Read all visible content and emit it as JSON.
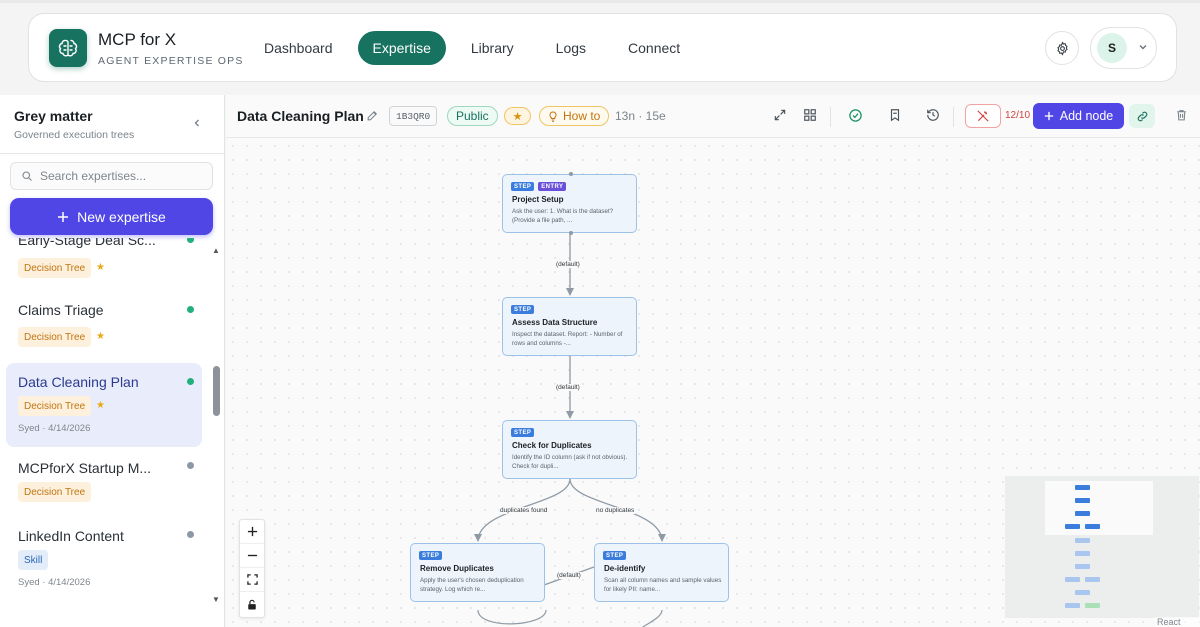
{
  "app": {
    "title": "MCP for X",
    "subtitle": "AGENT EXPERTISE OPS",
    "logo_icon": "brain-icon"
  },
  "nav": [
    {
      "label": "Dashboard",
      "active": false
    },
    {
      "label": "Expertise",
      "active": true
    },
    {
      "label": "Library",
      "active": false
    },
    {
      "label": "Logs",
      "active": false
    },
    {
      "label": "Connect",
      "active": false
    }
  ],
  "user": {
    "initial": "S"
  },
  "sidebar": {
    "title": "Grey matter",
    "subtitle": "Governed execution trees",
    "search_placeholder": "Search expertises...",
    "new_button": "New expertise",
    "items": [
      {
        "name": "Early-Stage Deal Sc...",
        "type": "Decision Tree",
        "starred": true,
        "status": "green",
        "meta": ""
      },
      {
        "name": "Claims Triage",
        "type": "Decision Tree",
        "starred": true,
        "status": "green",
        "meta": ""
      },
      {
        "name": "Data Cleaning Plan",
        "type": "Decision Tree",
        "starred": true,
        "status": "green",
        "meta": "Syed · 4/14/2026",
        "active": true
      },
      {
        "name": "MCPforX Startup M...",
        "type": "Decision Tree",
        "starred": false,
        "status": "gray",
        "meta": ""
      },
      {
        "name": "LinkedIn Content",
        "type": "Skill",
        "starred": false,
        "status": "gray",
        "meta": "Syed · 4/14/2026"
      }
    ]
  },
  "toolbar": {
    "title": "Data Cleaning Plan",
    "code": "1B3QR0",
    "visibility": "Public",
    "star": "★",
    "kind": "How to",
    "counts": "13n · 15e",
    "ratio": "12/10",
    "add_node": "Add node"
  },
  "flow": {
    "nodes": [
      {
        "id": "n1",
        "badges": [
          "STEP",
          "ENTRY"
        ],
        "title": "Project Setup",
        "desc": "Ask the user: 1. What is the dataset? (Provide a file path, ..."
      },
      {
        "id": "n2",
        "badges": [
          "STEP"
        ],
        "title": "Assess Data Structure",
        "desc": "Inspect the dataset. Report: - Number of rows and columns -..."
      },
      {
        "id": "n3",
        "badges": [
          "STEP"
        ],
        "title": "Check for Duplicates",
        "desc": "Identify the ID column (ask if not obvious). Check for dupli..."
      },
      {
        "id": "n4",
        "badges": [
          "STEP"
        ],
        "title": "Remove Duplicates",
        "desc": "Apply the user's chosen deduplication strategy. Log which re..."
      },
      {
        "id": "n5",
        "badges": [
          "STEP"
        ],
        "title": "De-identify",
        "desc": "Scan all column names and sample values for likely PII: name..."
      }
    ],
    "edge_labels": {
      "e1": "(default)",
      "e2": "(default)",
      "e3": "duplicates found",
      "e4": "no duplicates",
      "e5": "(default)"
    }
  },
  "attribution": "React Flow",
  "colors": {
    "brand": "#17725f",
    "accent": "#4f46e5",
    "node_border": "#9cc2ea",
    "node_bg": "#eef4fc"
  }
}
